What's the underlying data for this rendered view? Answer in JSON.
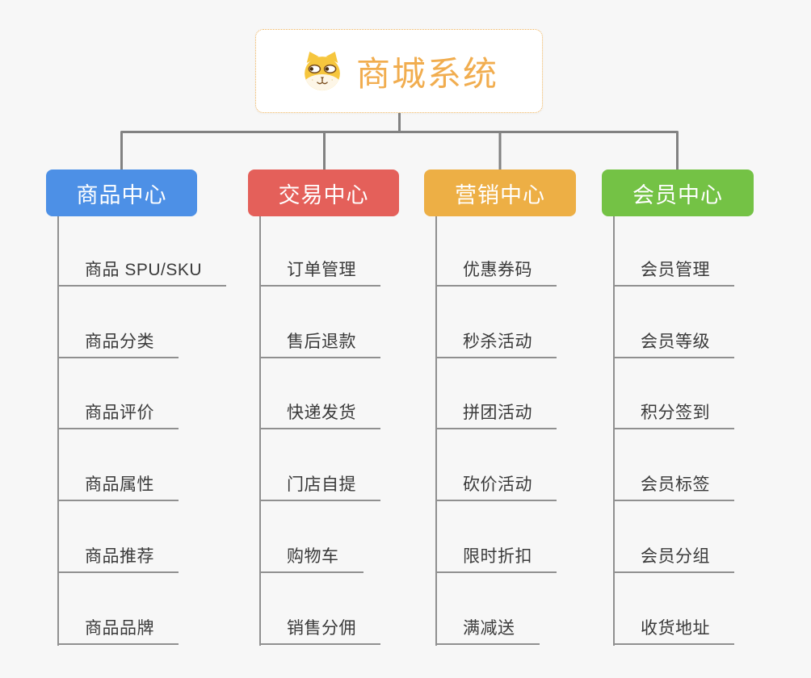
{
  "canvas": {
    "background_color": "#f7f7f7",
    "connector_color": "#828282",
    "branch_line_color": "#909090"
  },
  "root": {
    "label": "商城系统",
    "text_color": "#f1ad4f",
    "border_color": "#efb35c",
    "icon": "shiba-dog-face-icon"
  },
  "branches": [
    {
      "label": "商品中心",
      "color": "#4d90e6",
      "items": [
        "商品 SPU/SKU",
        "商品分类",
        "商品评价",
        "商品属性",
        "商品推荐",
        "商品品牌"
      ]
    },
    {
      "label": "交易中心",
      "color": "#e4605a",
      "items": [
        "订单管理",
        "售后退款",
        "快递发货",
        "门店自提",
        "购物车",
        "销售分佣"
      ]
    },
    {
      "label": "营销中心",
      "color": "#edaf45",
      "items": [
        "优惠券码",
        "秒杀活动",
        "拼团活动",
        "砍价活动",
        "限时折扣",
        "满减送"
      ]
    },
    {
      "label": "会员中心",
      "color": "#74c245",
      "items": [
        "会员管理",
        "会员等级",
        "积分签到",
        "会员标签",
        "会员分组",
        "收货地址"
      ]
    }
  ]
}
